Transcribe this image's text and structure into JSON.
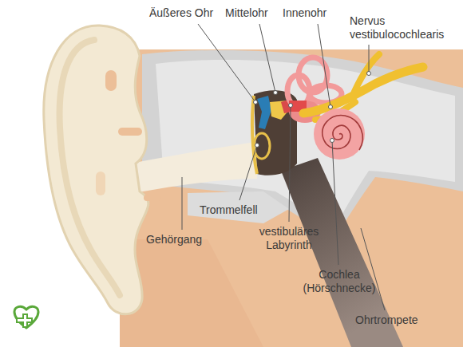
{
  "diagram": {
    "labels": [
      "Äußeres Ohr",
      "Mittelohr",
      "Innenohr",
      "Nervus vestibulocochlearis",
      "Trommelfell",
      "vestibuläres Labyrinth",
      "Cochlea (Hörschnecke)",
      "Gehörgang",
      "Ohrtrompete"
    ]
  }
}
